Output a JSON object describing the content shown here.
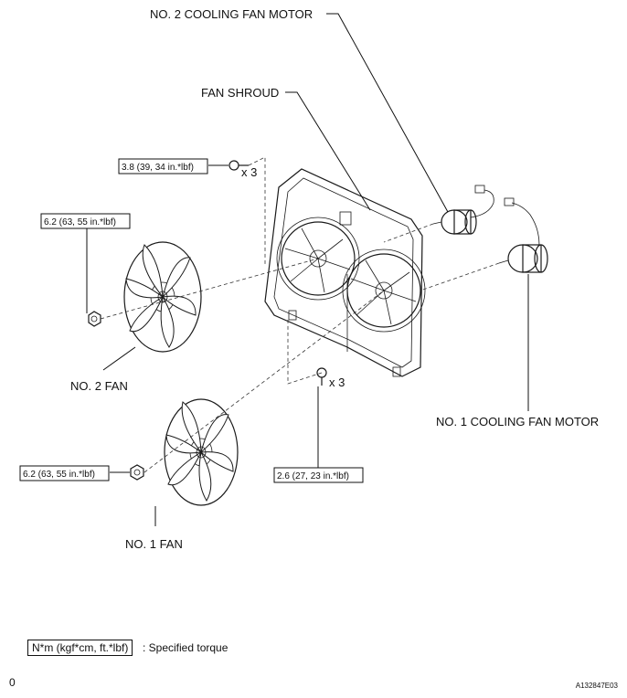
{
  "labels": {
    "motor2": "NO. 2 COOLING FAN MOTOR",
    "shroud": "FAN SHROUD",
    "motor1": "NO. 1 COOLING FAN MOTOR",
    "fan2": "NO. 2 FAN",
    "fan1": "NO. 1 FAN"
  },
  "torque": {
    "bolt_top": "3.8 (39, 34 in.*lbf)",
    "nut_fan2": "6.2 (63, 55 in.*lbf)",
    "nut_fan1": "6.2 (63, 55 in.*lbf)",
    "bolt_bottom": "2.6 (27, 23 in.*lbf)"
  },
  "quantities": {
    "top": "x 3",
    "bottom": "x 3"
  },
  "legend": {
    "unit_box": "N*m (kgf*cm, ft.*lbf)",
    "description": ": Specified torque"
  },
  "corner": {
    "left": "0",
    "code": "A132847E03"
  }
}
